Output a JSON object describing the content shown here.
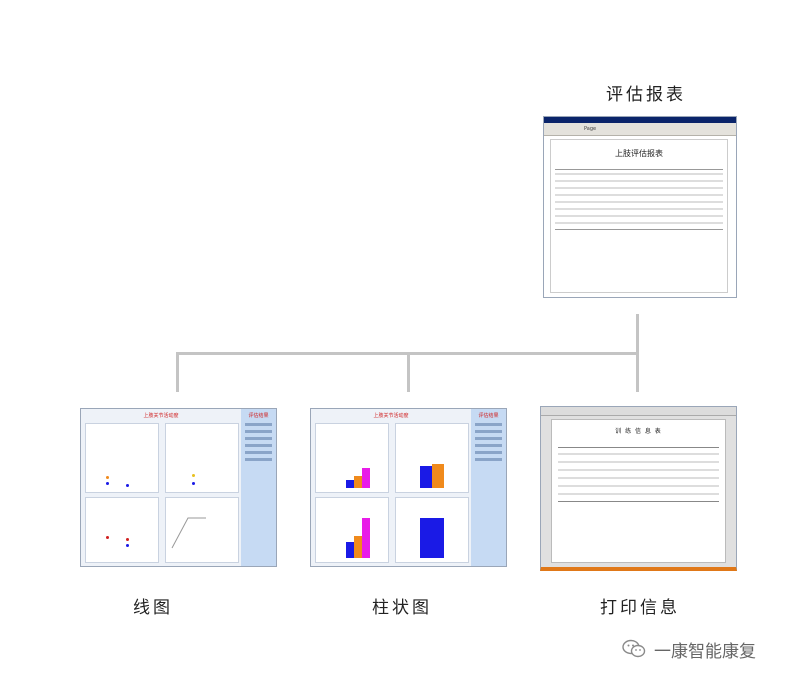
{
  "captions": {
    "report": "评估报表",
    "line_chart": "线图",
    "bar_chart": "柱状图",
    "print_info": "打印信息"
  },
  "report_window": {
    "title": "上肢评估报表",
    "page_label": "Page"
  },
  "chart_window": {
    "title": "上肢关节活动度",
    "side_title": "评估结果"
  },
  "print_window": {
    "title": "训 练 信 息 表"
  },
  "watermark": {
    "text": "一康智能康复",
    "icon": "wechat-icon"
  },
  "colors": {
    "connector": "#c4c4c4",
    "bar_blue": "#1a1ae6",
    "bar_orange": "#f08a1c",
    "bar_magenta": "#e81ce8",
    "accent_red": "#d02020"
  }
}
